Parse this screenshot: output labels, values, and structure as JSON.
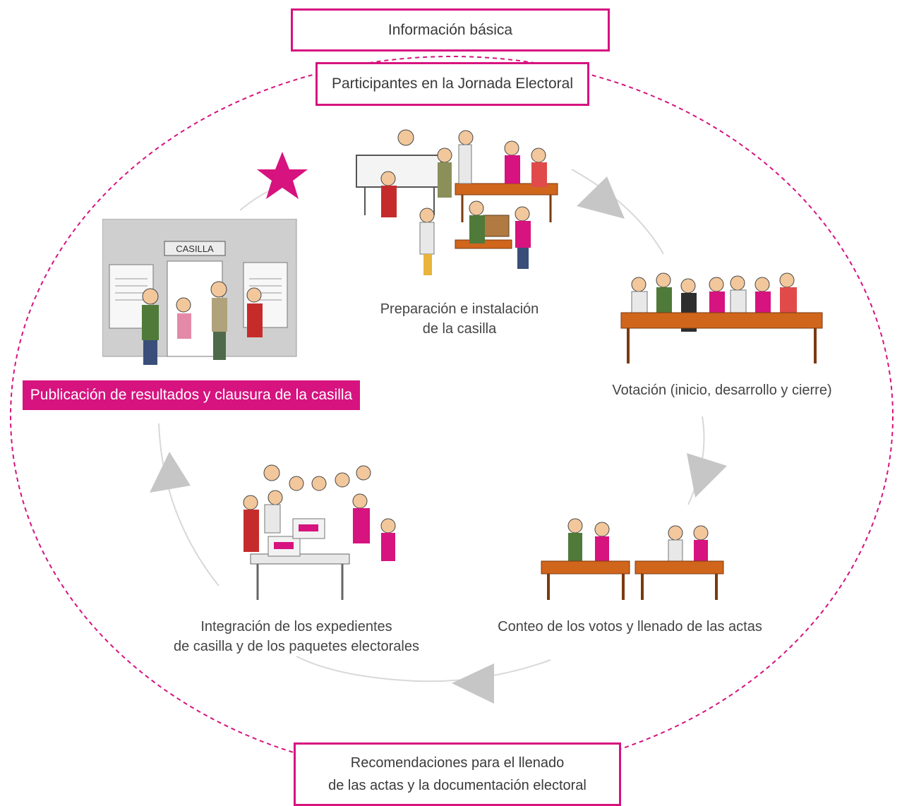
{
  "header": {
    "basic_info": "Información básica",
    "participants": "Participantes en la Jornada Electoral"
  },
  "stages": {
    "preparation": {
      "line1": "Preparación e instalación",
      "line2": "de la casilla"
    },
    "voting": "Votación (inicio, desarrollo y cierre)",
    "counting": "Conteo de los votos y llenado de las actas",
    "integration": {
      "line1": "Integración de los expedientes",
      "line2": "de casilla y de los paquetes electorales"
    },
    "publication": "Publicación de resultados y clausura de la casilla"
  },
  "footer": {
    "line1": "Recomendaciones para el llenado",
    "line2": "de las actas y la documentación electoral"
  },
  "illustration_text": {
    "casilla_sign": "CASILLA"
  },
  "colors": {
    "accent": "#d6137f",
    "arrow": "#c6c6c6",
    "table": "#d0651c"
  },
  "icons": [
    "star-icon",
    "cycle-arrow-icon"
  ]
}
